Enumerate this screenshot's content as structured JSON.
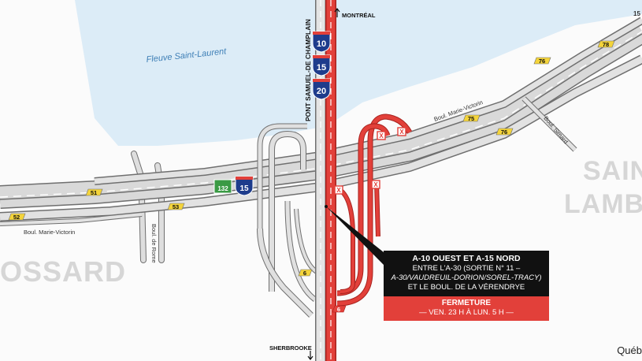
{
  "map": {
    "water_label": "Fleuve Saint-Laurent",
    "bridge_label": "PONT SAMUEL-DE CHAMPLAIN",
    "direction_north": "MONTRÉAL",
    "direction_south": "SHERBROOKE",
    "city_left": "OSSARD",
    "city_right_1": "SAINT",
    "city_right_2": "LAMBE",
    "corner_text": "Québ",
    "streets": {
      "marie_victorin_upper": "Boul. Marie-Victorin",
      "marie_victorin_lower": "Boul. Marie-Victorin",
      "rome": "Boul. de Rome",
      "simard": "Boul. Simard"
    },
    "shields": {
      "a10": "10",
      "a15_bridge": "15",
      "a20": "20",
      "a15_mid": "15",
      "r132": "132",
      "exit_51": "51",
      "exit_52": "52",
      "exit_53": "53",
      "exit_6a": "6",
      "exit_6b": "6",
      "exit_75": "75",
      "exit_76a": "76",
      "exit_76b": "76",
      "exit_78": "78",
      "top_right_15": "15"
    },
    "closure_marks": [
      "X",
      "X",
      "X",
      "X"
    ]
  },
  "notice": {
    "title": "A-10 OUEST ET A-15 NORD",
    "line1": "ENTRE L'A-30 (SORTIE N° 11 –",
    "line2": "A-30/VAUDREUIL-DORION/SOREL-TRACY)",
    "line3": "ET LE BOUL. DE LA VÉRENDRYE",
    "status": "FERMETURE",
    "schedule": "— VEN. 23 H À LUN. 5 H —"
  },
  "colors": {
    "water": "#dcecf7",
    "road_fill": "#d4d4d4",
    "road_edge": "#6f6f6f",
    "closure_red": "#e2403a",
    "exit_yellow": "#f4d43a",
    "interstate_blue": "#1e3c8c",
    "route_green": "#3a9a44"
  }
}
